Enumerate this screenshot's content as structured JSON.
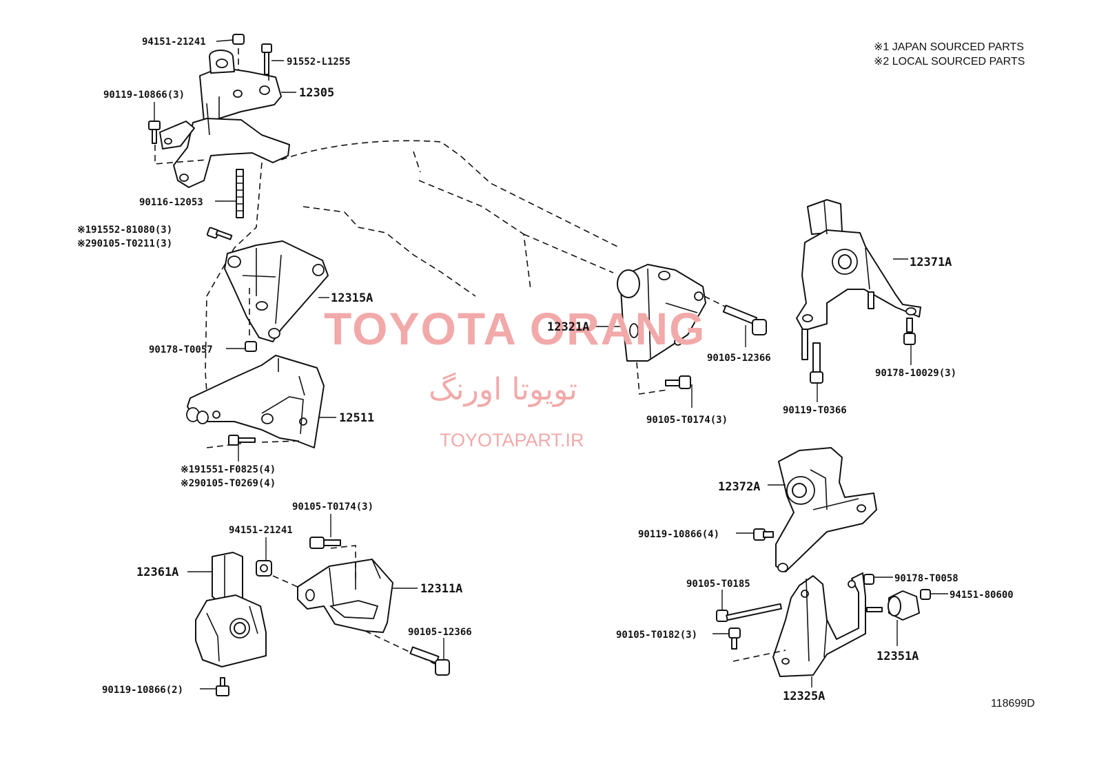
{
  "notes": {
    "line1": "※1 JAPAN SOURCED PARTS",
    "line2": "※2 LOCAL SOURCED PARTS"
  },
  "watermark": {
    "title": "TOYOTA ORANG",
    "persian": "تویوتا اورنگ",
    "url": "TOYOTAPART.IR",
    "color": "#f2a9a9"
  },
  "labels": {
    "p94151_21241_top": "94151-21241",
    "p91552_L1255": "91552-L1255",
    "p12305": "12305",
    "p90119_10866_3": "90119-10866(3)",
    "p90116_12053": "90116-12053",
    "p191552_81080": "※191552-81080(3)",
    "p290105_T0211": "※290105-T0211(3)",
    "p12315A": "12315A",
    "p90178_T0057": "90178-T0057",
    "p12511": "12511",
    "p191551_F0825": "※191551-F0825(4)",
    "p290105_T0269": "※290105-T0269(4)",
    "p90105_T0174_3_left": "90105-T0174(3)",
    "p94151_21241_bottom": "94151-21241",
    "p12361A": "12361A",
    "p12311A": "12311A",
    "p90105_12366_bottom": "90105-12366",
    "p90119_10866_2": "90119-10866(2)",
    "p12321A": "12321A",
    "p90105_12366_mid": "90105-12366",
    "p90105_T0174_3_mid": "90105-T0174(3)",
    "p12371A": "12371A",
    "p90178_10029": "90178-10029(3)",
    "p90119_T0366": "90119-T0366",
    "p12372A": "12372A",
    "p90119_10866_4": "90119-10866(4)",
    "p90105_T0185": "90105-T0185",
    "p90178_T0058": "90178-T0058",
    "p94151_80600": "94151-80600",
    "p90105_T0182": "90105-T0182(3)",
    "p12351A": "12351A",
    "p12325A": "12325A",
    "figure_id": "118699D"
  },
  "icons": {
    "bolt": "bolt-icon",
    "nut": "nut-icon",
    "stud": "stud-icon",
    "mount": "engine-mount-icon",
    "bracket": "bracket-icon"
  }
}
